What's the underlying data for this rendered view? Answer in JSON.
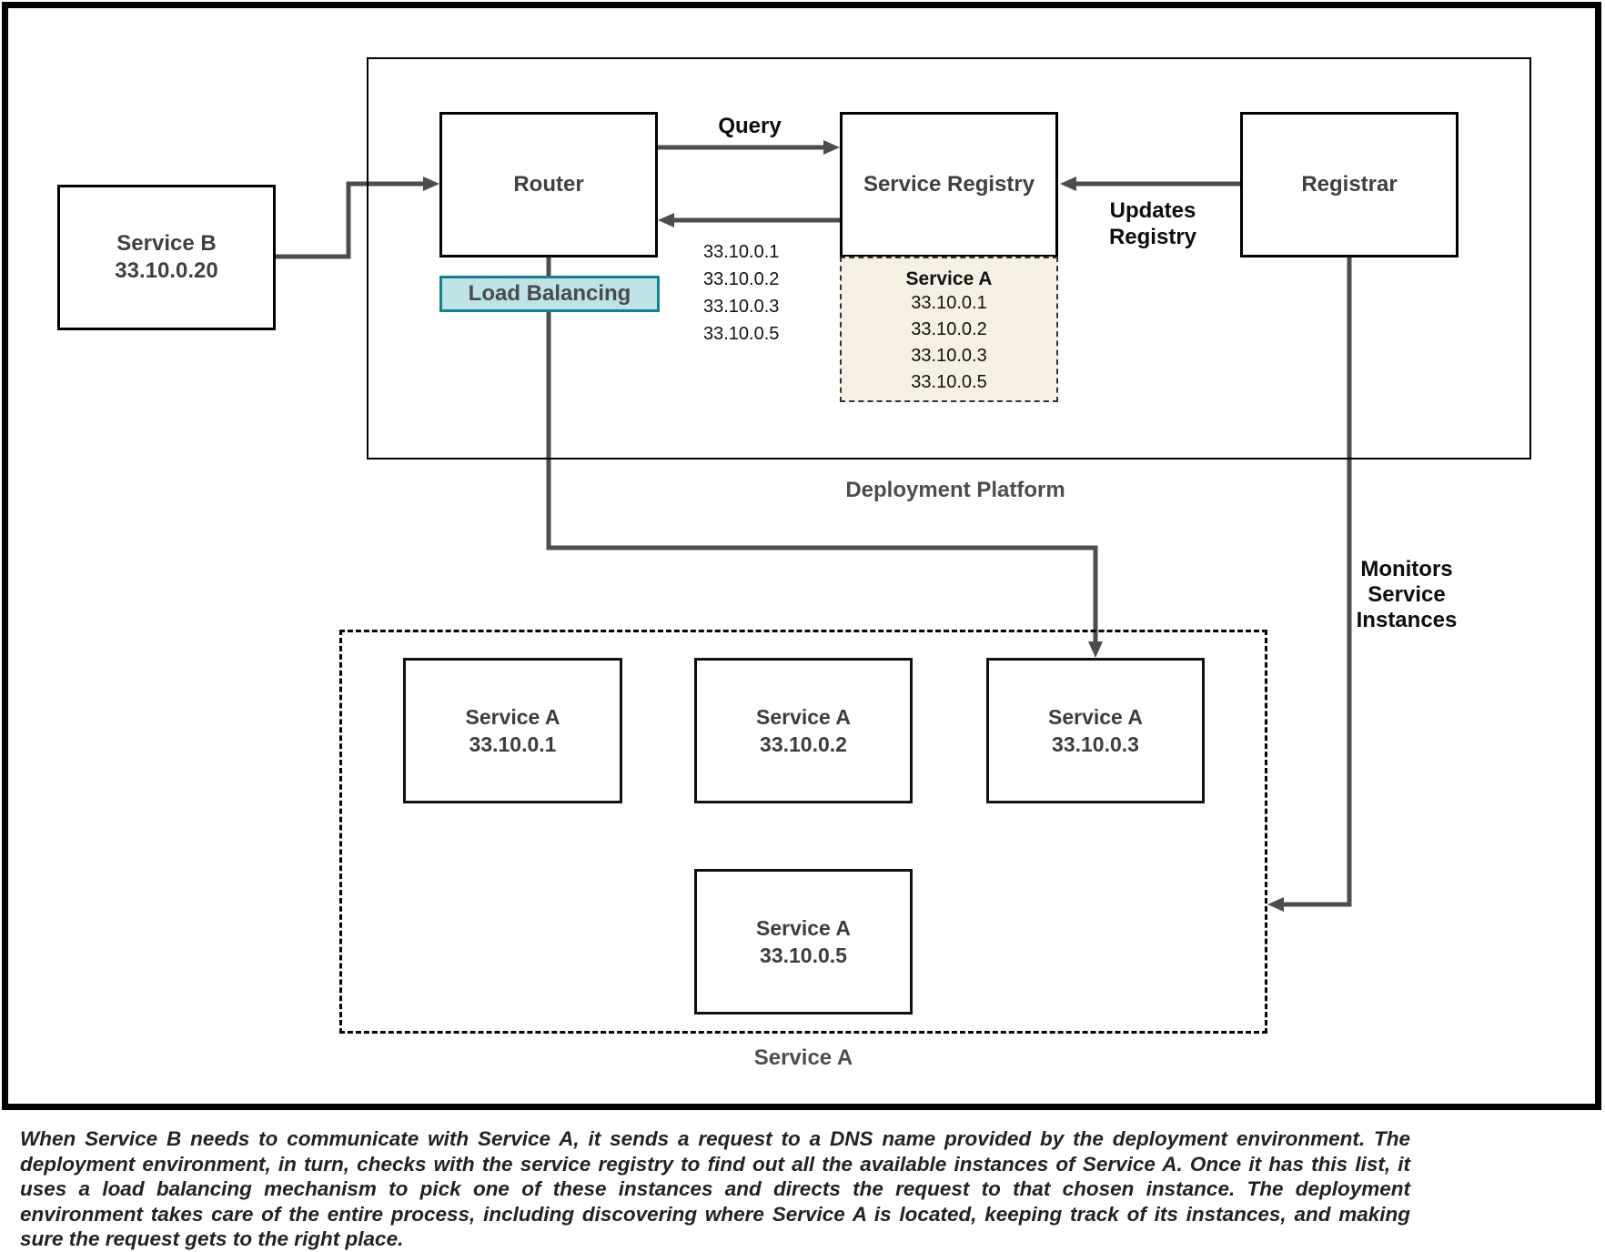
{
  "diagram": {
    "service_b": {
      "title": "Service B",
      "ip": "33.10.0.20"
    },
    "router": {
      "label": "Router"
    },
    "load_balancing": {
      "label": "Load Balancing"
    },
    "service_registry": {
      "label": "Service Registry"
    },
    "registrar": {
      "label": "Registrar"
    },
    "query_label": "Query",
    "updates_label": {
      "line1": "Updates",
      "line2": "Registry"
    },
    "monitors_label": {
      "line1": "Monitors",
      "line2": "Service",
      "line3": "Instances"
    },
    "returned_ip_list": [
      "33.10.0.1",
      "33.10.0.2",
      "33.10.0.3",
      "33.10.0.5"
    ],
    "registry_entry": {
      "title": "Service A",
      "ips": [
        "33.10.0.1",
        "33.10.0.2",
        "33.10.0.3",
        "33.10.0.5"
      ]
    },
    "deployment_platform_label": "Deployment Platform",
    "service_a_group_label": "Service A",
    "instances": [
      {
        "title": "Service A",
        "ip": "33.10.0.1"
      },
      {
        "title": "Service A",
        "ip": "33.10.0.2"
      },
      {
        "title": "Service A",
        "ip": "33.10.0.3"
      },
      {
        "title": "Service A",
        "ip": "33.10.0.5"
      }
    ]
  },
  "colors": {
    "connector": "#4d4d4d",
    "load_balancing_fill": "#bde3e7",
    "load_balancing_border": "#15808d",
    "registry_entry_fill": "#f5f0e1",
    "box_border": "#000000"
  },
  "caption": {
    "text": "When Service B needs to communicate with Service A, it sends a request to a DNS name provided by the deployment environment. The deployment environment, in turn, checks with the service registry to find out all the available instances of Service A. Once it has this list, it uses a load balancing mechanism to pick one of these instances and directs the request to that chosen instance. The deployment environment takes care of the entire process, including discovering where Service A is located, keeping track of its instances, and making sure the request gets to the right place."
  }
}
